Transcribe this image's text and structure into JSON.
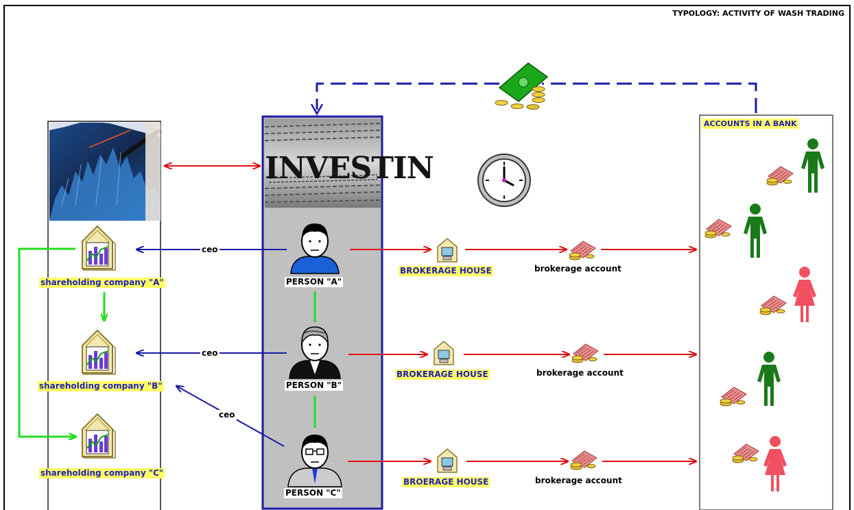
{
  "title": "TYPOLOGY: ACTIVITY OF WASH TRADING",
  "bank_label": "ACCOUNTS IN A BANK",
  "investing_text": "INVESTIN",
  "companies": [
    {
      "label": "shareholding company \"A\""
    },
    {
      "label": "shareholding company \"B\""
    },
    {
      "label": "shareholding company \"C\""
    }
  ],
  "persons": [
    {
      "label": "PERSON \"A\""
    },
    {
      "label": "PERSON \"B\""
    },
    {
      "label": "PERSON \"C\""
    }
  ],
  "brokerages": [
    {
      "label": "BROKERAGE HOUSE"
    },
    {
      "label": "BROKERAGE HOUSE"
    },
    {
      "label": "BROERAGE HOUSE"
    }
  ],
  "accounts": [
    {
      "label": "brokerage account"
    },
    {
      "label": "brokerage account"
    },
    {
      "label": "brokerage account"
    }
  ],
  "edges": {
    "ceo_a": "ceo",
    "ceo_b": "ceo",
    "ceo_c": "ceo"
  },
  "colors": {
    "red_arrow": "#e01010",
    "blue_arrow": "#1a1aa8",
    "green_arrow": "#22dd22",
    "panel_grey": "#c0c0c0",
    "label_yellow": "#ffff66",
    "male_figure": "#1a7a1a",
    "female_figure": "#f05060"
  }
}
